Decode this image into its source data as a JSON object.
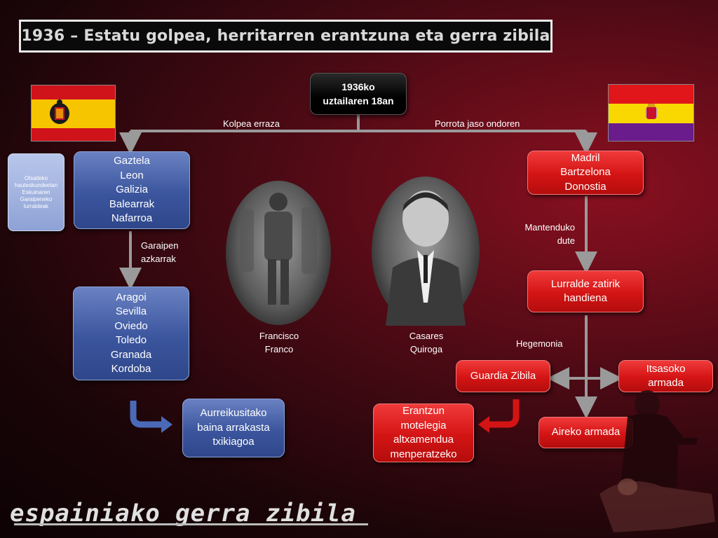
{
  "title": "1936 – Estatu golpea, herritarren erantzuna eta gerra zibila",
  "root": "1936ko uztailaren 18an",
  "labels": {
    "kolpea": "Kolpea erraza",
    "porrota": "Porrota jaso ondoren",
    "garaipen": "Garaipen azkarrak",
    "mantenduko": "Mantenduko dute",
    "hegemonia": "Hegemonia"
  },
  "nationalist": {
    "regions1": [
      "Gaztela",
      "Leon",
      "Galizia",
      "Balearrak",
      "Nafarroa"
    ],
    "regions2": [
      "Aragoi",
      "Sevilla",
      "Oviedo",
      "Toledo",
      "Granada",
      "Kordoba"
    ],
    "result": "Aurreikusitako baina arrakasta txikiagoa",
    "side_note": "Otsaileko hauteskundeetan Eskuinaren Garaipeneko lurraldeak"
  },
  "republic": {
    "cities": [
      "Madril",
      "Bartzelona",
      "Donostia"
    ],
    "territory": "Lurralde zatirik handiena",
    "guardia": "Guardia Zibila",
    "itsasoko": "Itsasoko armada",
    "aireko": "Aireko armada",
    "erantzun": "Erantzun motelegia altxamendua menperatzeko"
  },
  "people": {
    "franco": "Francisco Franco",
    "casares": "Casares Quiroga"
  },
  "logo": "espainiako gerra zibila",
  "colors": {
    "nationalist_blue": "#3b559e",
    "republic_red": "#d41414",
    "arrow_grey": "#9a9a9a",
    "arrow_blue": "#4a6ab8",
    "arrow_red": "#d41414"
  },
  "icons": [
    "spain-nationalist-flag-icon",
    "spain-republic-flag-icon"
  ]
}
